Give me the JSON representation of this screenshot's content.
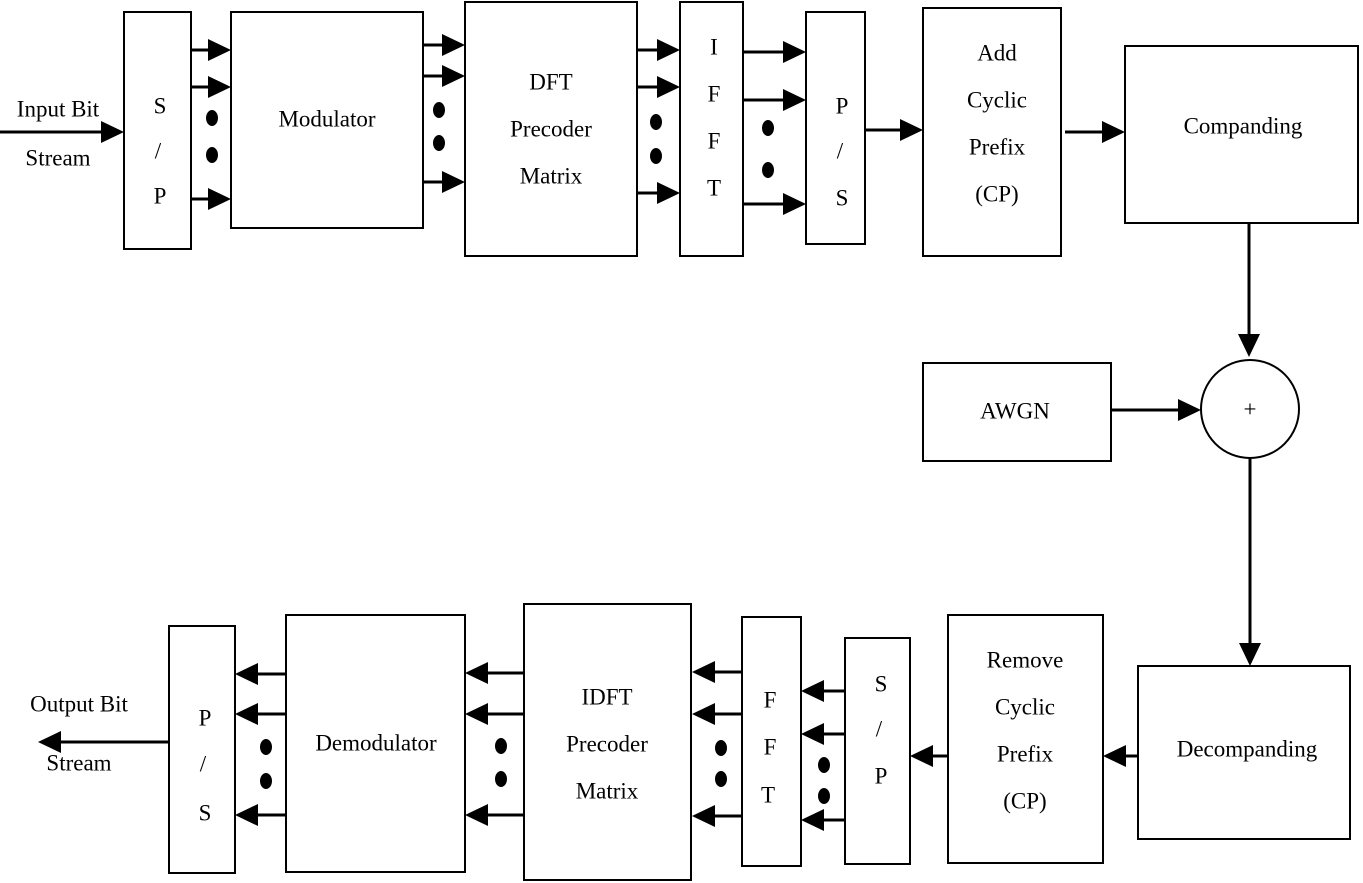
{
  "blocks": {
    "sp_tx": [
      "S",
      "/",
      "P"
    ],
    "modulator": "Modulator",
    "dft": [
      "DFT",
      "Precoder",
      "Matrix"
    ],
    "ifft": [
      "I",
      "F",
      "F",
      "T"
    ],
    "ps_tx": [
      "P",
      "/",
      "S"
    ],
    "add_cp": [
      "Add",
      "Cyclic",
      "Prefix",
      "(CP)"
    ],
    "companding": "Companding",
    "adder": "+",
    "awgn": "AWGN",
    "decompanding": "Decompanding",
    "remove_cp": [
      "Remove",
      "Cyclic",
      "Prefix",
      "(CP)"
    ],
    "sp_rx": [
      "S",
      "/",
      "P"
    ],
    "fft": [
      "F",
      "F",
      "T"
    ],
    "idft": [
      "IDFT",
      "Precoder",
      "Matrix"
    ],
    "demodulator": "Demodulator",
    "ps_rx": [
      "P",
      "/",
      "S"
    ]
  },
  "io": {
    "input": [
      "Input Bit",
      "Stream"
    ],
    "output": [
      "Output Bit",
      "Stream"
    ]
  }
}
